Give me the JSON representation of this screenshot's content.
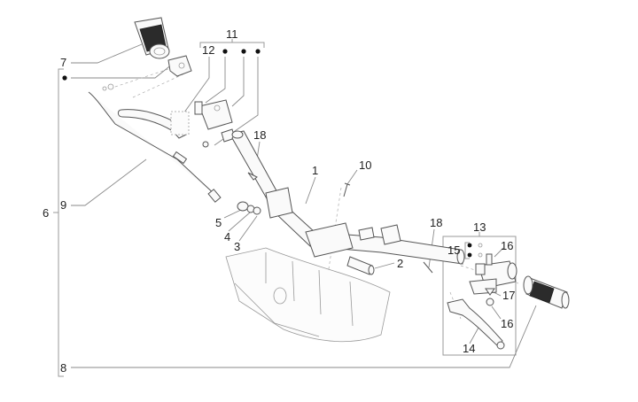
{
  "diagram": {
    "title": "Handlebars - Controls exploded view",
    "type": "exploded-parts-diagram",
    "callouts": [
      {
        "id": "c1",
        "label": "1",
        "part": "handlebar"
      },
      {
        "id": "c2",
        "label": "2",
        "part": "pin"
      },
      {
        "id": "c3",
        "label": "3",
        "part": "washer"
      },
      {
        "id": "c4",
        "label": "4",
        "part": "spring-washer"
      },
      {
        "id": "c5",
        "label": "5",
        "part": "nut"
      },
      {
        "id": "c6",
        "label": "6",
        "part": "handlebar-assembly-group"
      },
      {
        "id": "c7",
        "label": "7",
        "part": "left-grip"
      },
      {
        "id": "c8",
        "label": "8",
        "part": "right-grip-throttle"
      },
      {
        "id": "c9",
        "label": "9",
        "part": "brake-cable"
      },
      {
        "id": "c10",
        "label": "10",
        "part": "screw"
      },
      {
        "id": "c11",
        "label": "11",
        "part": "left-pump-group"
      },
      {
        "id": "c12",
        "label": "12",
        "part": "left-lever"
      },
      {
        "id": "c13",
        "label": "13",
        "part": "right-brake-pump-group"
      },
      {
        "id": "c14",
        "label": "14",
        "part": "right-lever"
      },
      {
        "id": "c15",
        "label": "15",
        "part": "pump-fittings"
      },
      {
        "id": "c16a",
        "label": "16",
        "part": "pivot-pin"
      },
      {
        "id": "c16b",
        "label": "16",
        "part": "nut"
      },
      {
        "id": "c17",
        "label": "17",
        "part": "spring"
      },
      {
        "id": "c18a",
        "label": "18",
        "part": "clip-left"
      },
      {
        "id": "c18b",
        "label": "18",
        "part": "clip-right"
      }
    ],
    "bullet_markers": [
      "left-grip-bullet",
      "group-11-bullet-1",
      "group-11-bullet-2",
      "group-11-bullet-3",
      "group-15-bullet-1",
      "group-15-bullet-2"
    ]
  }
}
